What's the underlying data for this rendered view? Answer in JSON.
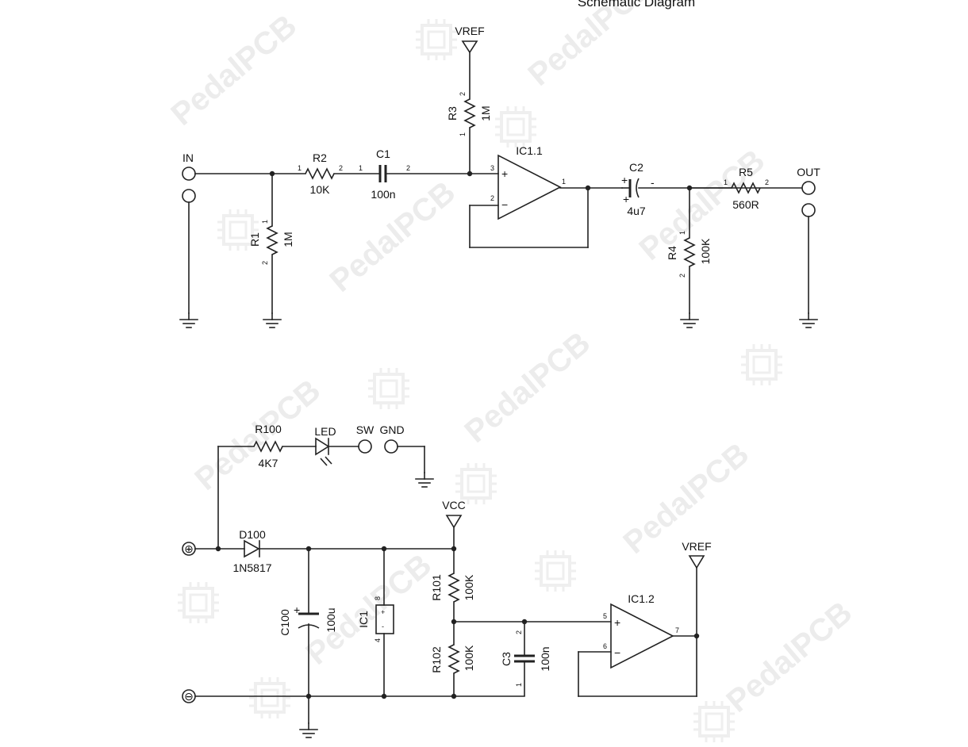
{
  "title": "Schematic Diagram",
  "watermark": "PedalPCB",
  "ports": {
    "in": "IN",
    "out": "OUT",
    "sw": "SW",
    "gnd": "GND",
    "plus": "⊕",
    "minus": "⊖"
  },
  "rails": {
    "vref": "VREF",
    "vcc": "VCC"
  },
  "opamps": {
    "ic1_1": "IC1.1",
    "ic1_2": "IC1.2",
    "ic1_power": "IC1"
  },
  "components": {
    "r1": {
      "ref": "R1",
      "value": "1M"
    },
    "r2": {
      "ref": "R2",
      "value": "10K"
    },
    "r3": {
      "ref": "R3",
      "value": "1M"
    },
    "r4": {
      "ref": "R4",
      "value": "100K"
    },
    "r5": {
      "ref": "R5",
      "value": "560R"
    },
    "c1": {
      "ref": "C1",
      "value": "100n"
    },
    "c2": {
      "ref": "C2",
      "value": "4u7"
    },
    "r100": {
      "ref": "R100",
      "value": "4K7"
    },
    "led": {
      "ref": "LED"
    },
    "d100": {
      "ref": "D100",
      "value": "1N5817"
    },
    "c100": {
      "ref": "C100",
      "value": "100u"
    },
    "r101": {
      "ref": "R101",
      "value": "100K"
    },
    "r102": {
      "ref": "R102",
      "value": "100K"
    },
    "c3": {
      "ref": "C3",
      "value": "100n"
    }
  },
  "pins": {
    "p1": "1",
    "p2": "2",
    "p3": "3",
    "p4": "4",
    "p5": "5",
    "p6": "6",
    "p7": "7",
    "p8": "8",
    "plus": "+",
    "minus": "-",
    "opplus": "+",
    "opminus": "−"
  }
}
